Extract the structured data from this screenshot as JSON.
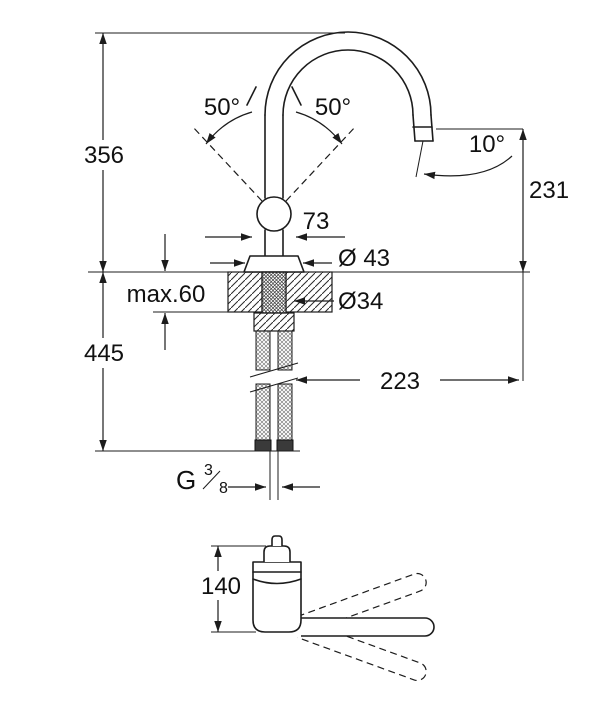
{
  "colors": {
    "background": "#ffffff",
    "line": "#1c1c1c",
    "fitting_fill": "#3a3a3a"
  },
  "labels": {
    "dim_356": "356",
    "dim_445": "445",
    "max_60": "max.60",
    "angle_50_left": "50°",
    "angle_50_right": "50°",
    "dim_73": "73",
    "dia_43": "Ø 43",
    "dia_34": "Ø34",
    "angle_10": "10°",
    "dim_231": "231",
    "dim_223": "223",
    "thread_G": "G",
    "thread_num": "3",
    "thread_den": "8",
    "dim_140": "140"
  }
}
